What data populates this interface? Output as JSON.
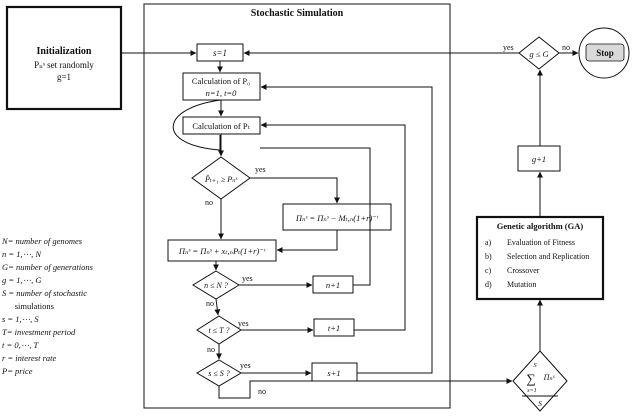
{
  "init": {
    "title": "Initialization",
    "line1": "Pₙˢ set randomly",
    "line2": "g=1"
  },
  "sim": {
    "title": "Stochastic Simulation",
    "s_init": "s=1",
    "calc_p0": "Calculation of P₀",
    "calc_p0_sub": "n=1, t=0",
    "calc_pt": "Calculation of Pₜ",
    "cond1": "P̂ₜ₊₁ ≥ Pₙˢ",
    "update_sell": "Πₙˢ = Πₙˢ − Mₜ,ₙ(1+r)⁻ᵗ",
    "update_buy": "Πₙˢ = Πₙˢ + xₜ,ₙPₜ(1+r)⁻ᵗ",
    "cond_n": "n ≤ N ?",
    "cond_t": "t ≤ T ?",
    "cond_s": "s ≤ S ?",
    "inc_n": "n+1",
    "inc_t": "t+1",
    "inc_s": "s+1",
    "yes": "yes",
    "no": "no"
  },
  "right": {
    "cond_g": "g ≤ G",
    "stop": "Stop",
    "inc_g": "g+1",
    "sum_top": "S",
    "sum_sym": "∑",
    "sum_body": "Πₙˢ",
    "sum_sub": "s=1",
    "sum_den": "S",
    "yes": "yes",
    "no": "no"
  },
  "ga": {
    "title": "Genetic algorithm (GA)",
    "items": [
      {
        "letter": "a)",
        "text": "Evaluation of Fitness"
      },
      {
        "letter": "b)",
        "text": "Selection and Replication"
      },
      {
        "letter": "c)",
        "text": "Crossover"
      },
      {
        "letter": "d)",
        "text": "Mutation"
      }
    ]
  },
  "legend": [
    "N= number of genomes",
    "n = 1,⋯, N",
    "G= number of generations",
    " g = 1,⋯, G",
    "S = number of stochastic",
    "      simulations",
    "s = 1,⋯, S",
    "T= investment period",
    "t = 0,⋯, T",
    "r = interest rate",
    "P= price"
  ]
}
